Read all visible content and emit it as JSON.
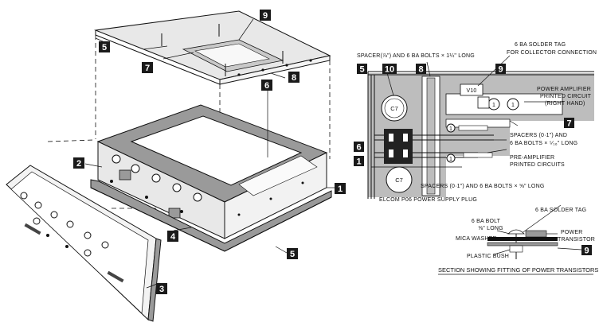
{
  "callouts_left": {
    "c1": "1",
    "c2": "2",
    "c3": "3",
    "c4": "4",
    "c5a": "5",
    "c5b": "5",
    "c6": "6",
    "c7": "7",
    "c8": "8",
    "c9": "9"
  },
  "callouts_right": {
    "c5": "5",
    "c10": "10",
    "c8": "8",
    "c9": "9",
    "c7": "7",
    "c6": "6",
    "c1": "1",
    "c9b": "9"
  },
  "labels": {
    "spacer_top": "SPACER(⅞\") AND 6 BA BOLTS × 1¼\" LONG",
    "solder_tag_collector_1": "6 BA SOLDER TAG",
    "solder_tag_collector_2": "FOR COLLECTOR CONNECTION",
    "power_amp_1": "POWER AMPLIFIER",
    "power_amp_2": "PRINTED CIRCUIT",
    "power_amp_3": "(RIGHT HAND)",
    "spacers_01_1": "SPACERS (0·1\") AND",
    "spacers_01_2": "6 BA BOLTS × ⁵⁄₁₆\" LONG",
    "pre_amp_1": "PRE-AMPLIFIER",
    "pre_amp_2": "PRINTED CIRCUITS",
    "spacers_bottom": "SPACERS (0·1\") AND 6 BA BOLTS × ⅝\" LONG",
    "elcom_plug": "ELCOM P06 POWER SUPPLY PLUG",
    "c7_top": "C7",
    "c7_bottom": "C7",
    "v10": "V10",
    "section_solder_tag": "6 BA SOLDER TAG",
    "section_bolt_1": "6 BA BOLT",
    "section_bolt_2": "⅝\" LONG",
    "section_mica": "MICA WASHER",
    "section_plastic": "PLASTIC BUSH",
    "section_power_1": "POWER",
    "section_power_2": "TRANSISTOR",
    "section_caption": "SECTION SHOWING FITTING OF POWER TRANSISTORS"
  }
}
